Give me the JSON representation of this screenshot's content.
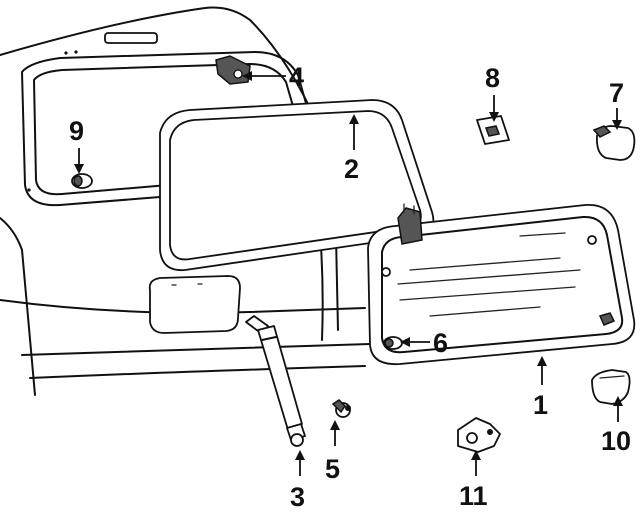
{
  "callouts": [
    {
      "id": "1",
      "label": "1",
      "part": "back-door-glass"
    },
    {
      "id": "2",
      "label": "2",
      "part": "glass-weatherstrip"
    },
    {
      "id": "3",
      "label": "3",
      "part": "lift-support-strut"
    },
    {
      "id": "4",
      "label": "4",
      "part": "glass-hinge"
    },
    {
      "id": "5",
      "label": "5",
      "part": "ball-stud"
    },
    {
      "id": "6",
      "label": "6",
      "part": "glass-stop"
    },
    {
      "id": "7",
      "label": "7",
      "part": "latch-cover"
    },
    {
      "id": "8",
      "label": "8",
      "part": "hinge-bracket"
    },
    {
      "id": "9",
      "label": "9",
      "part": "bumper-stop"
    },
    {
      "id": "10",
      "label": "10",
      "part": "latch-cap"
    },
    {
      "id": "11",
      "label": "11",
      "part": "lower-bracket"
    }
  ],
  "colors": {
    "line": "#111111",
    "background": "#ffffff",
    "shading": "#555555"
  }
}
